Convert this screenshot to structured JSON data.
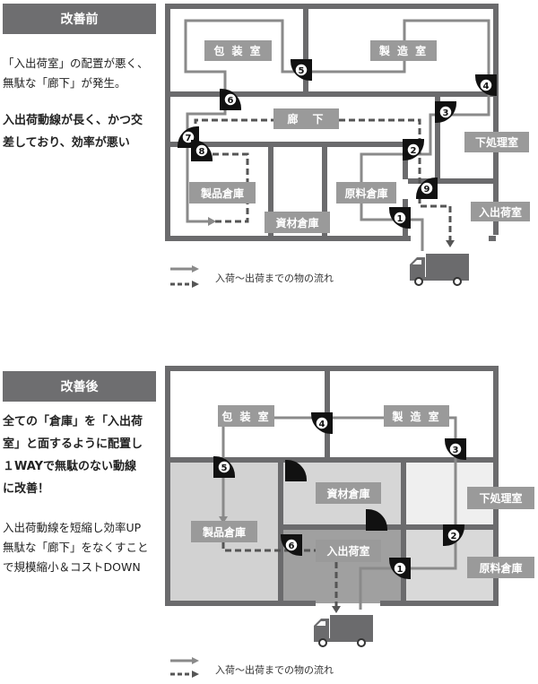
{
  "before": {
    "header": "改善前",
    "text1": [
      "「入出荷室」の配置が悪く、",
      "無駄な「廊下」が発生。"
    ],
    "text2": [
      "入出荷動線が長く、かつ交",
      "差しており、効率が悪い"
    ],
    "rooms": {
      "packing": "包 装 室",
      "manufacturing": "製 造 室",
      "corridor": "廊　下",
      "prep": "下処理室",
      "shipping": "入出荷室",
      "product_storage": "製品倉庫",
      "material_storage": "原料倉庫",
      "supplies_storage": "資材倉庫"
    },
    "doors": [
      "1",
      "2",
      "3",
      "4",
      "5",
      "6",
      "7",
      "8",
      "9"
    ],
    "legend": "入荷〜出荷までの物の流れ"
  },
  "after": {
    "header": "改善後",
    "text1": [
      "全ての「倉庫」を「入出荷",
      "室」と面するように配置し",
      "１WAYで無駄のない動線",
      "に改善！"
    ],
    "text2": [
      "入出荷動線を短縮し効率UP",
      "無駄な「廊下」をなくすこと",
      "で規模縮小＆コストDOWN"
    ],
    "rooms": {
      "packing": "包 装 室",
      "manufacturing": "製 造 室",
      "supplies_storage": "資材倉庫",
      "prep": "下処理室",
      "product_storage": "製品倉庫",
      "shipping": "入出荷室",
      "material_storage": "原料倉庫"
    },
    "doors": [
      "1",
      "2",
      "3",
      "4",
      "5",
      "6"
    ],
    "legend": "入荷〜出荷までの物の流れ"
  },
  "colors": {
    "wall": "#6b6b6d",
    "flow": "#8a8a8a",
    "dashed": "#555555",
    "door": "#111111"
  }
}
